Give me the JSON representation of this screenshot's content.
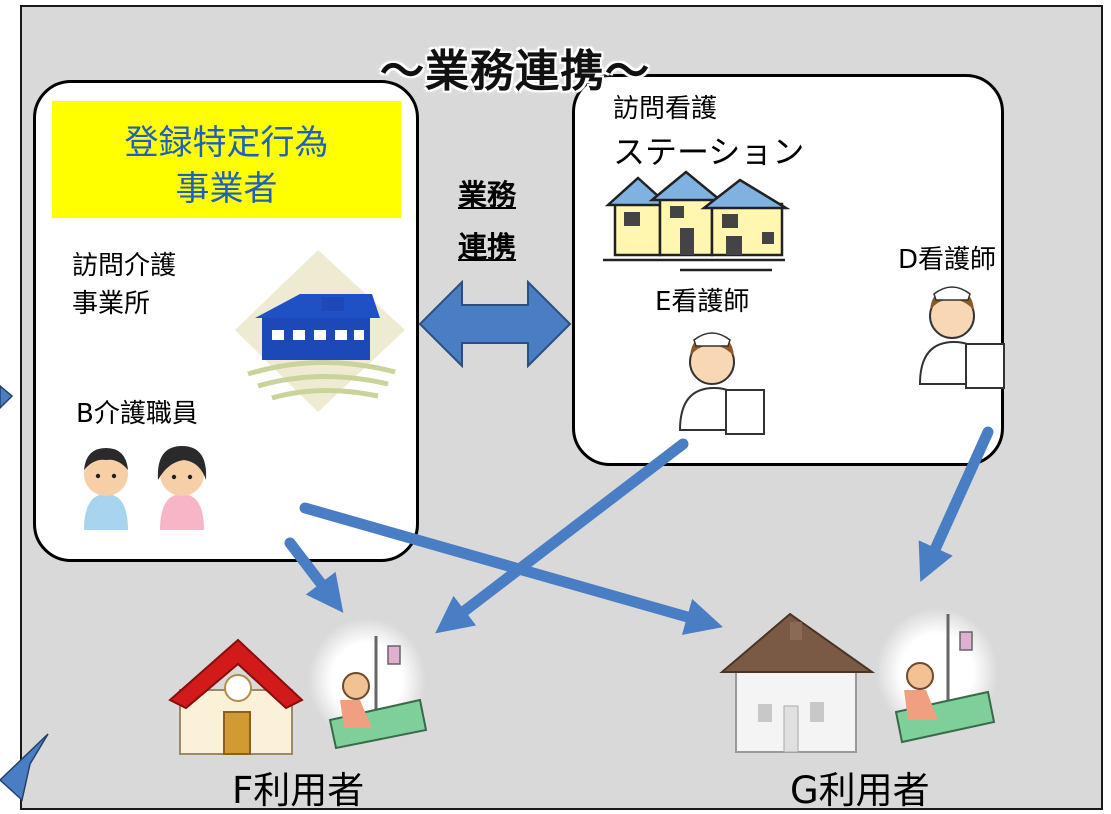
{
  "title": "～業務連携～",
  "left_box": {
    "heading_line1": "登録特定行為",
    "heading_line2": "事業者",
    "office_line1": "訪問介護",
    "office_line2": "事業所",
    "staff": "B介護職員"
  },
  "link_label": {
    "line1": "業務",
    "line2": "連携"
  },
  "right_box": {
    "station_line1": "訪問看護",
    "station_line2": "ステーション",
    "nurse_e": "E看護師",
    "nurse_d": "D看護師"
  },
  "users": {
    "f": "F利用者",
    "g": "G利用者"
  },
  "colors": {
    "panel": "#d9d9d9",
    "highlight": "#ffff00",
    "heading_text": "#1f5fbf",
    "arrow": "#4a7ec4"
  },
  "icons": [
    "office-building-icon",
    "caregiver-boy-icon",
    "caregiver-girl-icon",
    "station-buildings-icon",
    "nurse-icon",
    "house-icon",
    "patient-in-bed-icon"
  ]
}
